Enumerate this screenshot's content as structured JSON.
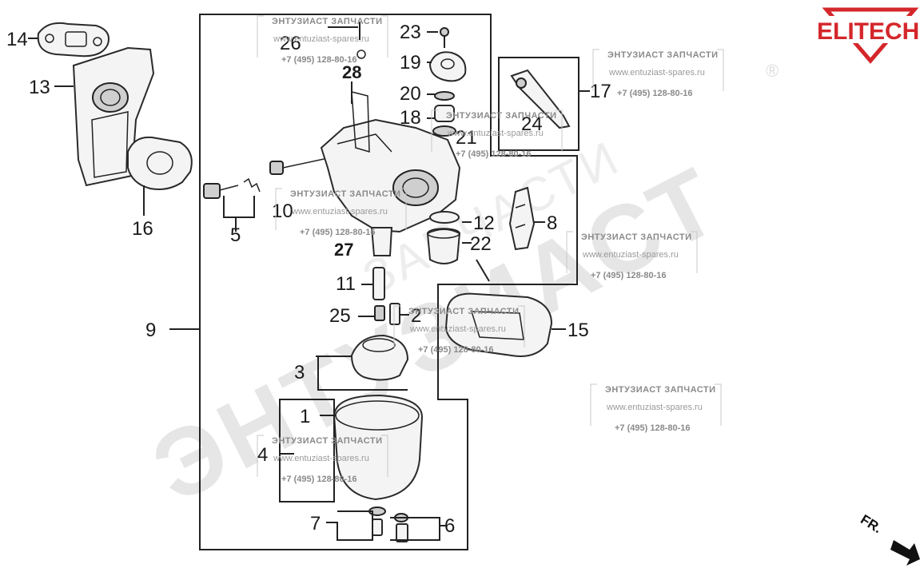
{
  "brand": {
    "logo_text": "ELITECH",
    "logo_color": "#d4272b",
    "registered_mark": "®"
  },
  "watermark": {
    "big_text": "ЭНТУЗИАСТ",
    "mid_text": "ЗАПЧАСТИ",
    "title": "ЭНТУЗИАСТ ЗАПЧАСТИ",
    "url": "www.entuziast-spares.ru",
    "phone": "+7 (495) 128-80-16"
  },
  "direction": {
    "label": "FR."
  },
  "callouts": {
    "c1": "1",
    "c2": "2",
    "c3": "3",
    "c4": "4",
    "c5": "5",
    "c6": "6",
    "c7": "7",
    "c8": "8",
    "c9": "9",
    "c10": "10",
    "c11": "11",
    "c12": "12",
    "c13": "13",
    "c14": "14",
    "c15": "15",
    "c16": "16",
    "c17": "17",
    "c18": "18",
    "c19": "19",
    "c20": "20",
    "c21": "21",
    "c22": "22",
    "c23": "23",
    "c24": "24",
    "c25": "25",
    "c26": "26",
    "c27": "27",
    "c28": "28"
  }
}
